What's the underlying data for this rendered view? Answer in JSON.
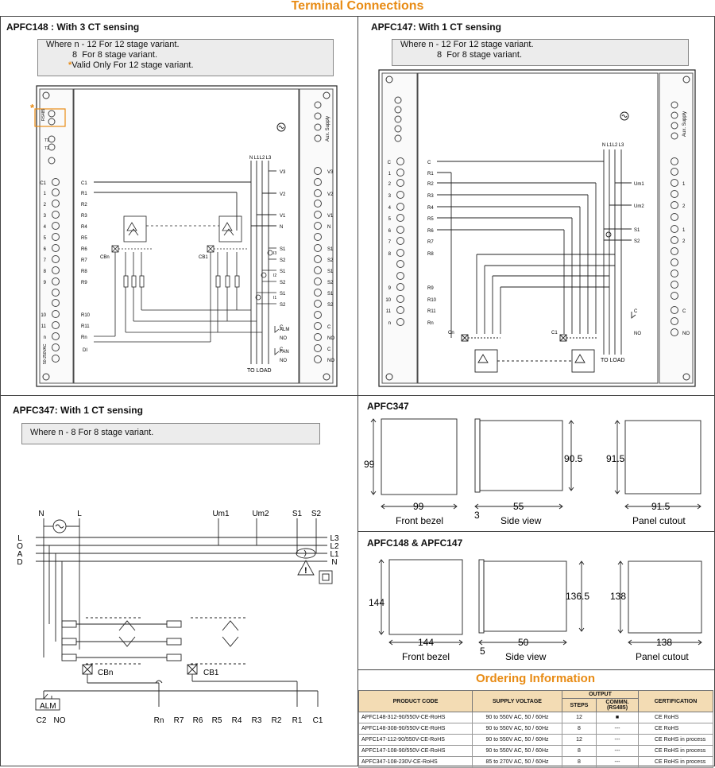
{
  "page_title": "Terminal Connections",
  "apfc148": {
    "title": "APFC148 : With 3 CT sensing",
    "notes": [
      "Where n - 12 For 12 stage variant.",
      "8  For 8 stage variant.",
      "Valid Only For 12 stage variant."
    ],
    "star": "*",
    "left_terms": [
      "C1",
      "1",
      "2",
      "3",
      "4",
      "5",
      "6",
      "7",
      "8",
      "9",
      "10",
      "11",
      "n"
    ],
    "left_extra": [
      "RS485",
      "T1",
      "T2",
      "DI",
      "50-250VAC"
    ],
    "bus_labels": [
      "N",
      "L1",
      "L2",
      "L3"
    ],
    "inner_left": [
      "C1",
      "R1",
      "R2",
      "R3",
      "R4",
      "R5",
      "R6",
      "R7",
      "R8",
      "R9",
      "R10",
      "R11",
      "Rn"
    ],
    "inner_right": [
      "V3",
      "V2",
      "V1",
      "N",
      "S1",
      "S2",
      "S1",
      "S2",
      "S1",
      "S2",
      "C",
      "NO",
      "C",
      "NO"
    ],
    "right_terms": [
      "V3",
      "V2",
      "V1",
      "N",
      "S1",
      "S2",
      "S1",
      "S2",
      "S1",
      "S2",
      "C",
      "NO",
      "C",
      "NO"
    ],
    "ct_labels": [
      "I3",
      "I2",
      "I1"
    ],
    "relay_labels": [
      "ALM",
      "FAN"
    ],
    "cb_labels": [
      "CBn",
      "CB1"
    ],
    "aux": "Aux. Supply",
    "load": "TO LOAD"
  },
  "apfc147": {
    "title": "APFC147: With 1 CT sensing",
    "notes": [
      "Where n - 12 For 12 stage variant.",
      "8  For 8 stage variant."
    ],
    "left_terms": [
      "C",
      "1",
      "2",
      "3",
      "4",
      "5",
      "6",
      "7",
      "8",
      "9",
      "10",
      "11",
      "n"
    ],
    "inner_left": [
      "C",
      "R1",
      "R2",
      "R3",
      "R4",
      "R5",
      "R6",
      "R7",
      "R8",
      "R9",
      "R10",
      "R11",
      "Rn"
    ],
    "bus_labels": [
      "N",
      "L1",
      "L2",
      "L3"
    ],
    "inner_right": [
      "Um1",
      "Um2",
      "S1",
      "S2",
      "C",
      "NO"
    ],
    "right_terms": [
      "1",
      "2",
      "1",
      "2",
      "C",
      "NO"
    ],
    "cb_labels": [
      "Cn",
      "C1"
    ],
    "aux": "Aux. Supply",
    "load": "TO LOAD"
  },
  "apfc347": {
    "title": "APFC347: With 1 CT sensing",
    "note": "Where n - 8 For 8 stage variant.",
    "top_labels": [
      "N",
      "L",
      "Um1",
      "Um2",
      "S1",
      "S2"
    ],
    "load_letters": [
      "L",
      "O",
      "A",
      "D"
    ],
    "line_labels": [
      "L3",
      "L2",
      "L1",
      "N"
    ],
    "cb_labels": [
      "CBn",
      "CB1"
    ],
    "alm": "ALM",
    "bottom_labels": [
      "C2",
      "NO",
      "Rn",
      "R7",
      "R6",
      "R5",
      "R4",
      "R3",
      "R2",
      "R1",
      "C1"
    ]
  },
  "dims347": {
    "title": "APFC347",
    "front": {
      "h": "99",
      "w": "99",
      "caption": "Front bezel"
    },
    "side": {
      "h": "90.5",
      "depth": "55",
      "bezel": "3",
      "caption": "Side view"
    },
    "cutout": {
      "h": "91.5",
      "w": "91.5",
      "caption": "Panel cutout"
    }
  },
  "dims148": {
    "title": "APFC148 & APFC147",
    "front": {
      "h": "144",
      "w": "144",
      "caption": "Front bezel"
    },
    "side": {
      "h": "136.5",
      "depth": "50",
      "bezel": "5",
      "caption": "Side view"
    },
    "cutout": {
      "h": "138",
      "w": "138",
      "caption": "Panel cutout"
    }
  },
  "ordering": {
    "title": "Ordering Information",
    "headers": {
      "code": "PRODUCT CODE",
      "supply": "SUPPLY VOLTAGE",
      "output": "OUTPUT",
      "steps": "STEPS",
      "comm": "COMMN. (RS485)",
      "cert": "CERTIFICATION"
    },
    "rows": [
      {
        "code": "APFC148-312-90/550V-CE-RoHS",
        "supply": "90 to 550V AC, 50 / 60Hz",
        "steps": "12",
        "comm": "■",
        "cert": "CE  RoHS"
      },
      {
        "code": "APFC148-308-90/550V-CE-RoHS",
        "supply": "90 to 550V AC, 50 / 60Hz",
        "steps": "8",
        "comm": "---",
        "cert": "CE  RoHS"
      },
      {
        "code": "APFC147-112-90/550V-CE-RoHS",
        "supply": "90 to 550V AC, 50 / 60Hz",
        "steps": "12",
        "comm": "---",
        "cert": "CE  RoHS in process"
      },
      {
        "code": "APFC147-108-90/550V-CE-RoHS",
        "supply": "90 to 550V AC, 50 / 60Hz",
        "steps": "8",
        "comm": "---",
        "cert": "CE  RoHS in process"
      },
      {
        "code": "APFC347-108-230V-CE-RoHS",
        "supply": "85 to 270V AC, 50 / 60Hz",
        "steps": "8",
        "comm": "---",
        "cert": "CE  RoHS in process"
      }
    ]
  }
}
